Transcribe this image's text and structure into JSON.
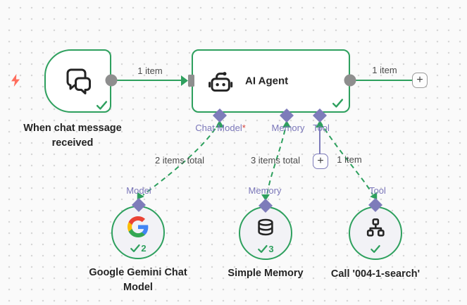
{
  "colors": {
    "success_green": "#2ea05e",
    "port_purple": "#7e7cba",
    "port_label_purple": "#7a76b9",
    "connector_gray": "#8e8e8e",
    "required_red": "#d4443c",
    "trigger_bolt_red": "#ff6e5e",
    "canvas_bg": "#fafafa",
    "node_bg": "#ffffff",
    "sub_node_bg": "#f2f2f6"
  },
  "icons": {
    "trigger_bolt": "lightning-icon",
    "trigger": "chat-bubbles-icon",
    "agent": "robot-icon",
    "gemini": "google-logo-icon",
    "memory": "database-icon",
    "tool": "sitemap-icon",
    "success": "check-icon"
  },
  "trigger_node": {
    "label": "When chat message received"
  },
  "agent_node": {
    "title": "AI Agent"
  },
  "ports": {
    "chat_model": {
      "label": "Chat Model",
      "required_marker": "*"
    },
    "memory": {
      "label": "Memory"
    },
    "tool": {
      "label": "Tool"
    }
  },
  "sub_ports": {
    "model": "Model",
    "memory": "Memory",
    "tool": "Tool"
  },
  "connections": {
    "trigger_to_agent": {
      "label": "1 item"
    },
    "agent_output": {
      "label": "1 item"
    },
    "chat_model": {
      "label": "2 items total"
    },
    "memory": {
      "label": "3 items total"
    },
    "tool": {
      "label": "1 item"
    }
  },
  "sub_nodes": {
    "gemini": {
      "label": "Google Gemini Chat Model",
      "run_count": "2"
    },
    "memory": {
      "label": "Simple Memory",
      "run_count": "3"
    },
    "tool": {
      "label": "Call '004-1-search'"
    }
  },
  "buttons": {
    "add_output_label": "+",
    "add_tool_label": "+"
  }
}
